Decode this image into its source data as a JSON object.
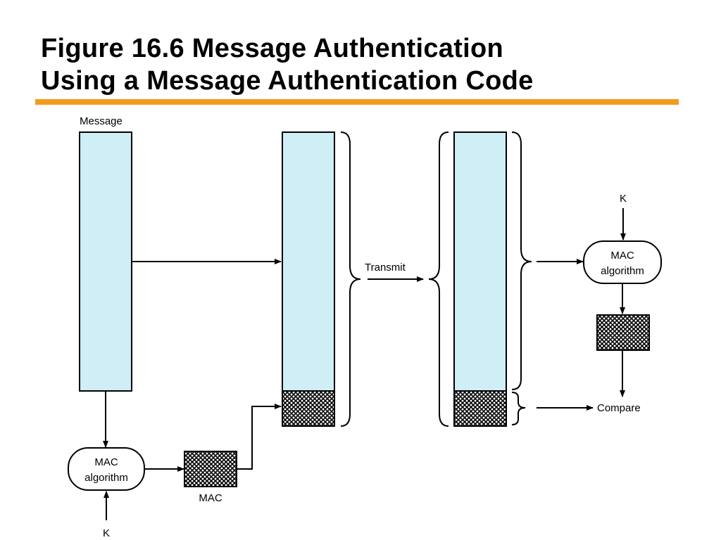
{
  "title": {
    "line1": "Figure 16.6 Message Authentication",
    "line2": "Using a Message Authentication Code"
  },
  "diagram": {
    "message_label": "Message",
    "mac_algorithm_sender": {
      "line1": "MAC",
      "line2": "algorithm"
    },
    "mac_algorithm_receiver": {
      "line1": "MAC",
      "line2": "algorithm"
    },
    "mac_label": "MAC",
    "key_sender": "K",
    "key_receiver": "K",
    "transmit_label": "Transmit",
    "compare_label": "Compare"
  },
  "colors": {
    "message_fill": "#cfeef5",
    "accent_rule": "#f39a1e",
    "stroke": "#000000"
  }
}
